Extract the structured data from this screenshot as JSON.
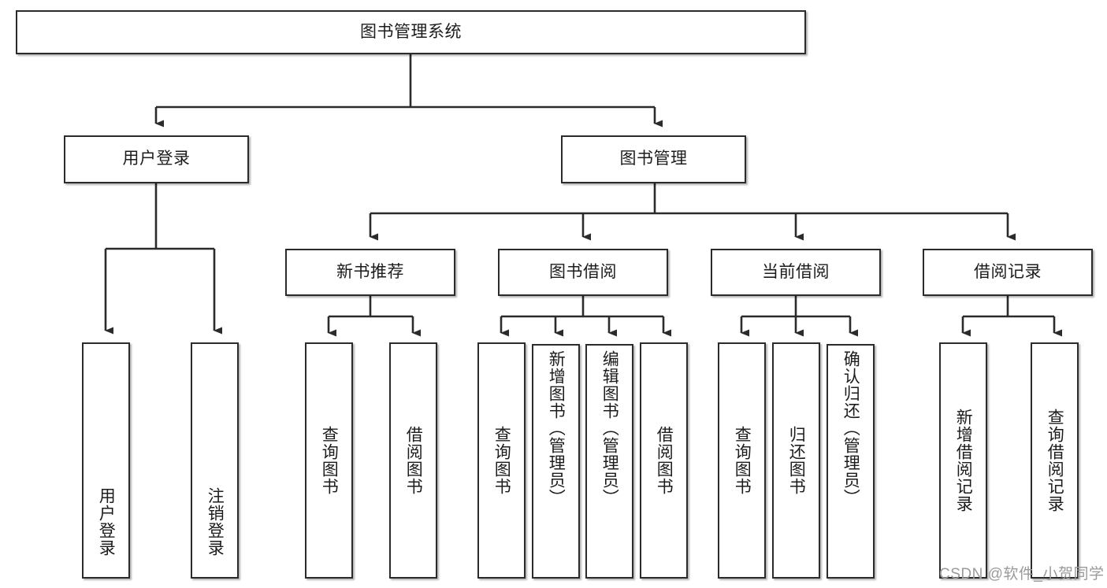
{
  "diagram": {
    "type": "hierarchy-tree",
    "title": "图书管理系统",
    "root": {
      "label": "图书管理系统"
    },
    "level1": [
      {
        "label": "用户登录"
      },
      {
        "label": "图书管理"
      }
    ],
    "level2": [
      {
        "label": "新书推荐"
      },
      {
        "label": "图书借阅"
      },
      {
        "label": "当前借阅"
      },
      {
        "label": "借阅记录"
      }
    ],
    "leaves": {
      "user_login": [
        {
          "label": "用户登录"
        },
        {
          "label": "注销登录"
        }
      ],
      "new_book_recommend": [
        {
          "label": "查询图书"
        },
        {
          "label": "借阅图书"
        }
      ],
      "book_borrow": [
        {
          "label": "查询图书"
        },
        {
          "label": "新增图书（管理员）"
        },
        {
          "label": "编辑图书（管理员）"
        },
        {
          "label": "借阅图书"
        }
      ],
      "current_borrow": [
        {
          "label": "查询图书"
        },
        {
          "label": "归还图书"
        },
        {
          "label": "确认归还（管理员）"
        }
      ],
      "borrow_record": [
        {
          "label": "新增借阅记录"
        },
        {
          "label": "查询借阅记录"
        }
      ]
    }
  },
  "watermark": {
    "text": "CSDN @软件_小贺同学"
  },
  "colors": {
    "box_border": "#2b2b2b",
    "box_fill": "#ffffff",
    "connector": "#2b2b2b",
    "text": "#1c1c1c",
    "watermark": "#9a9a9a",
    "background": "#ffffff"
  }
}
